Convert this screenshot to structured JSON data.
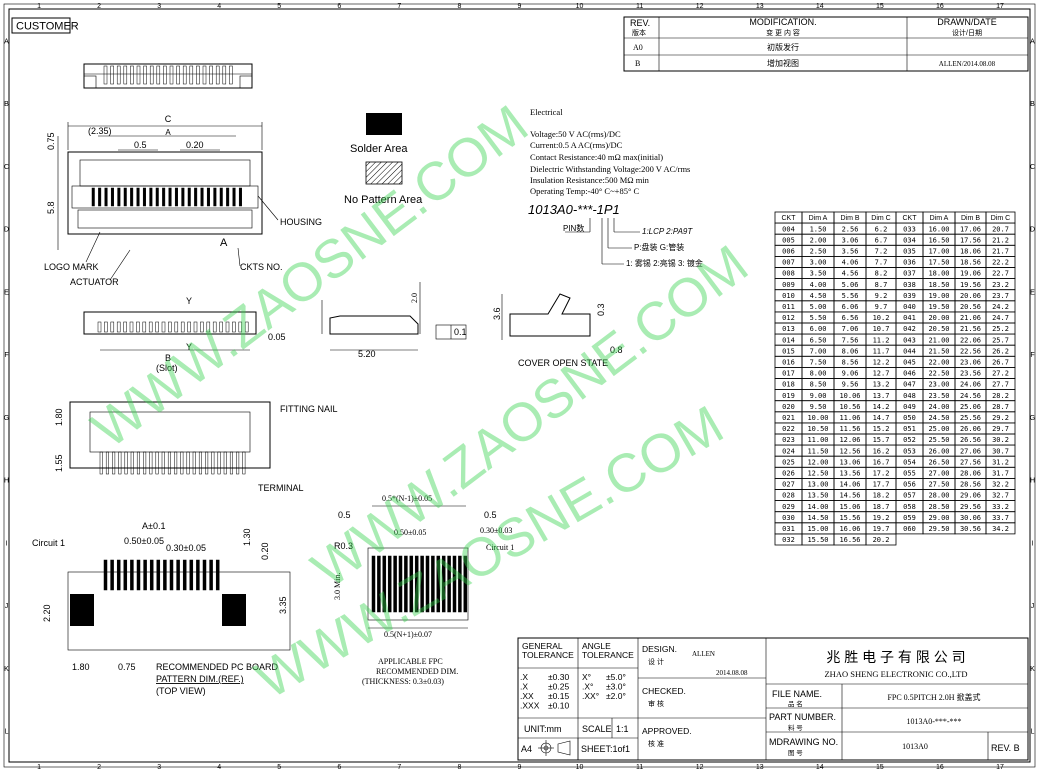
{
  "sheet": {
    "customer_label": "CUSTOMER",
    "col_numbers": [
      "1",
      "2",
      "3",
      "4",
      "5",
      "6",
      "7",
      "8",
      "9",
      "10",
      "11",
      "12",
      "13",
      "14",
      "15",
      "16",
      "17"
    ],
    "row_letters": [
      "A",
      "B",
      "C",
      "D",
      "E",
      "F",
      "G",
      "H",
      "I",
      "J",
      "K",
      "L"
    ]
  },
  "revision_block": {
    "headers": {
      "rev": "REV.",
      "rev_cn": "版本",
      "mod": "MODIFICATION.",
      "mod_cn": "变 更 内 容",
      "drawn": "DRAWN/DATE",
      "drawn_cn": "设计/日期"
    },
    "rows": [
      {
        "rev": "A0",
        "mod": "初版发行",
        "drawn": ""
      },
      {
        "rev": "B",
        "mod": "增加视图",
        "drawn": "ALLEN/2014.08.08"
      }
    ]
  },
  "legend": {
    "solder_area": "Solder Area",
    "no_pattern": "No Pattern Area"
  },
  "electrical": {
    "title": "Electrical",
    "lines": [
      "Voltage:50 V AC(rms)/DC",
      "Current:0.5 A AC(rms)/DC",
      "Contact Resistance:40 mΩ max(initial)",
      "Dielectric Withstanding Voltage:200 V AC/rms",
      "Insulation Resistance:500 MΩ min",
      "Operating Temp:-40° C~+85° C"
    ]
  },
  "part_code": {
    "code": "1013A0-***-1P1",
    "pin_count": "PIN数",
    "material": "1:LCP  2:PA9T",
    "pkg": "P:盘装      G:管装",
    "plating": "1: 雾锡 2:亮锡  3: 镀金"
  },
  "front_view": {
    "dim_c": "C",
    "dim_a": "A",
    "dim_235": "(2.35)",
    "dim_05": "0.5",
    "dim_020": "0.20",
    "dim_075": "0.75",
    "dim_58": "5.8",
    "logo_mark": "LOGO MARK",
    "actuator": "ACTUATOR",
    "housing": "HOUSING",
    "ckts_no": "CKTS NO.",
    "mark_a": "A"
  },
  "side_views": {
    "dim_b": "B",
    "slot": "(Slot)",
    "dim_005": "0.05",
    "y": "Y",
    "dim_520": "5.20",
    "dim_20": "2.0",
    "flatness": "0.1",
    "dim_36": "3.6",
    "dim_03": "0.3",
    "dim_08": "0.8",
    "cover_open": "COVER OPEN STATE"
  },
  "bottom_view": {
    "fitting_nail": "FITTING NAIL",
    "terminal": "TERMINAL",
    "dim_180": "1.80",
    "dim_155": "1.55"
  },
  "pcb_layout": {
    "circuit1": "Circuit 1",
    "dim_a01": "A±0.1",
    "dim_050": "0.50±0.05",
    "dim_030": "0.30±0.05",
    "dim_130": "1.30",
    "dim_020": "0.20",
    "dim_220": "2.20",
    "dim_335": "3.35",
    "dim_180": "1.80",
    "dim_075": "0.75",
    "title1": "RECOMMENDED PC BOARD",
    "title2": "PATTERN DIM.(REF.)",
    "title3": "(TOP VIEW)"
  },
  "fpc_layout": {
    "dim_top": "0.5*(N-1)±0.05",
    "dim_05l": "0.5",
    "dim_05r": "0.5",
    "dim_050": "0.50±0.05",
    "dim_030": "0.30±0.03",
    "r03": "R0.3",
    "circuit1": "Circuit 1",
    "min30": "3.0 Min.",
    "dim_bottom": "0.5(N+1)±0.07",
    "title1": "APPLICABLE FPC",
    "title2": "RECOMMENDED DIM.",
    "title3": "(THICKNESS: 0.3±0.03)"
  },
  "dim_table": {
    "headers": [
      "CKT",
      "Dim A",
      "Dim B",
      "Dim C",
      "CKT",
      "Dim A",
      "Dim B",
      "Dim C"
    ],
    "rows": [
      [
        "004",
        "1.50",
        "2.56",
        "6.2",
        "033",
        "16.00",
        "17.06",
        "20.7"
      ],
      [
        "005",
        "2.00",
        "3.06",
        "6.7",
        "034",
        "16.50",
        "17.56",
        "21.2"
      ],
      [
        "006",
        "2.50",
        "3.56",
        "7.2",
        "035",
        "17.00",
        "18.06",
        "21.7"
      ],
      [
        "007",
        "3.00",
        "4.06",
        "7.7",
        "036",
        "17.50",
        "18.56",
        "22.2"
      ],
      [
        "008",
        "3.50",
        "4.56",
        "8.2",
        "037",
        "18.00",
        "19.06",
        "22.7"
      ],
      [
        "009",
        "4.00",
        "5.06",
        "8.7",
        "038",
        "18.50",
        "19.56",
        "23.2"
      ],
      [
        "010",
        "4.50",
        "5.56",
        "9.2",
        "039",
        "19.00",
        "20.06",
        "23.7"
      ],
      [
        "011",
        "5.00",
        "6.06",
        "9.7",
        "040",
        "19.50",
        "20.56",
        "24.2"
      ],
      [
        "012",
        "5.50",
        "6.56",
        "10.2",
        "041",
        "20.00",
        "21.06",
        "24.7"
      ],
      [
        "013",
        "6.00",
        "7.06",
        "10.7",
        "042",
        "20.50",
        "21.56",
        "25.2"
      ],
      [
        "014",
        "6.50",
        "7.56",
        "11.2",
        "043",
        "21.00",
        "22.06",
        "25.7"
      ],
      [
        "015",
        "7.00",
        "8.06",
        "11.7",
        "044",
        "21.50",
        "22.56",
        "26.2"
      ],
      [
        "016",
        "7.50",
        "8.56",
        "12.2",
        "045",
        "22.00",
        "23.06",
        "26.7"
      ],
      [
        "017",
        "8.00",
        "9.06",
        "12.7",
        "046",
        "22.50",
        "23.56",
        "27.2"
      ],
      [
        "018",
        "8.50",
        "9.56",
        "13.2",
        "047",
        "23.00",
        "24.06",
        "27.7"
      ],
      [
        "019",
        "9.00",
        "10.06",
        "13.7",
        "048",
        "23.50",
        "24.56",
        "28.2"
      ],
      [
        "020",
        "9.50",
        "10.56",
        "14.2",
        "049",
        "24.00",
        "25.06",
        "28.7"
      ],
      [
        "021",
        "10.00",
        "11.06",
        "14.7",
        "050",
        "24.50",
        "25.56",
        "29.2"
      ],
      [
        "022",
        "10.50",
        "11.56",
        "15.2",
        "051",
        "25.00",
        "26.06",
        "29.7"
      ],
      [
        "023",
        "11.00",
        "12.06",
        "15.7",
        "052",
        "25.50",
        "26.56",
        "30.2"
      ],
      [
        "024",
        "11.50",
        "12.56",
        "16.2",
        "053",
        "26.00",
        "27.06",
        "30.7"
      ],
      [
        "025",
        "12.00",
        "13.06",
        "16.7",
        "054",
        "26.50",
        "27.56",
        "31.2"
      ],
      [
        "026",
        "12.50",
        "13.56",
        "17.2",
        "055",
        "27.00",
        "28.06",
        "31.7"
      ],
      [
        "027",
        "13.00",
        "14.06",
        "17.7",
        "056",
        "27.50",
        "28.56",
        "32.2"
      ],
      [
        "028",
        "13.50",
        "14.56",
        "18.2",
        "057",
        "28.00",
        "29.06",
        "32.7"
      ],
      [
        "029",
        "14.00",
        "15.06",
        "18.7",
        "058",
        "28.50",
        "29.56",
        "33.2"
      ],
      [
        "030",
        "14.50",
        "15.56",
        "19.2",
        "059",
        "29.00",
        "30.06",
        "33.7"
      ],
      [
        "031",
        "15.00",
        "16.06",
        "19.7",
        "060",
        "29.50",
        "30.56",
        "34.2"
      ],
      [
        "032",
        "15.50",
        "16.56",
        "20.2",
        "",
        "",
        "",
        ""
      ]
    ]
  },
  "title_block": {
    "general_tol": "GENERAL",
    "general_tol2": "TOLERANCE",
    "angle_tol": "ANGLE",
    "angle_tol2": "TOLERANCE",
    "tol_rows": [
      {
        "p": ".X",
        "v": "±0.30",
        "ap": "X°",
        "av": "±5.0°"
      },
      {
        "p": ".X",
        "v": "±0.25",
        "ap": ".X°",
        "av": "±3.0°"
      },
      {
        "p": ".XX",
        "v": "±0.15",
        "ap": ".XX°",
        "av": "±2.0°"
      },
      {
        "p": ".XXX",
        "v": "±0.10",
        "ap": "",
        "av": ""
      }
    ],
    "unit": "UNIT:mm",
    "scale": "SCALE",
    "scale_val": "1:1",
    "a4": "A4",
    "sheet": "SHEET:1of1",
    "design": "DESIGN.",
    "design_cn": "设 计",
    "designer": "ALLEN",
    "design_date": "2014.08.08",
    "checked": "CHECKED.",
    "checked_cn": "审 核",
    "approved": "APPROVED.",
    "approved_cn": "核 准",
    "company_cn": "兆 胜 电 子 有 限 公 司",
    "company_en": "ZHAO SHENG ELECTRONIC CO.,LTD",
    "file_name": "FILE NAME.",
    "file_name_cn": "品 名",
    "file_name_val": "FPC 0.5PITCH 2.0H 掀盖式",
    "part_number": "PART NUMBER.",
    "part_number_cn": "料 号",
    "part_number_val": "1013A0-***-***",
    "mdrawing": "MDRAWING NO.",
    "mdrawing_cn": "图 号",
    "mdrawing_val": "1013A0",
    "rev": "REV. B"
  },
  "watermark": {
    "text1": "WWW.ZAOSNE.COM",
    "text2": "WWW.ZAOSNE.COM",
    "text3": "WWW.ZAOSNE.COM",
    "color": "#32d24a"
  }
}
